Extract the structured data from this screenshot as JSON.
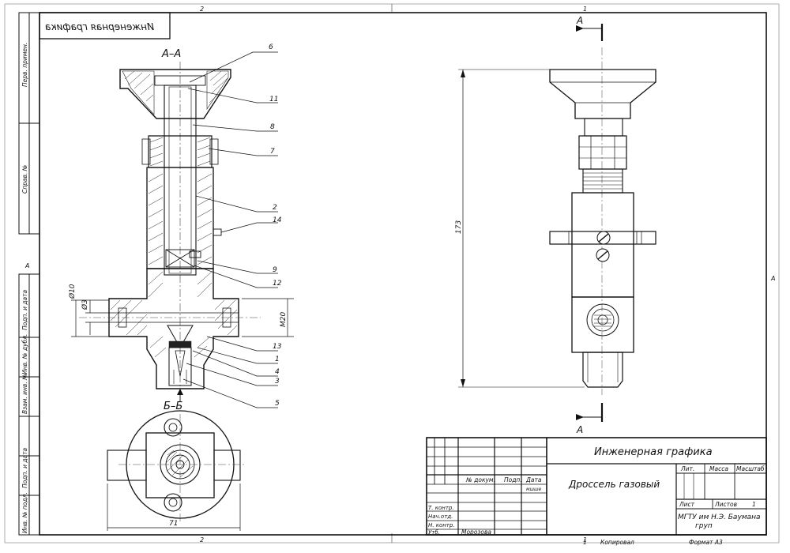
{
  "frame": {
    "zone_top_left": "2",
    "zone_top_right": "1",
    "zone_bottom_left": "2",
    "zone_bottom_right": "1",
    "zone_left": "A",
    "zone_right": "A"
  },
  "side_fields": [
    "Перв. примен.",
    "Справ. №",
    "Подп. и дата",
    "Инв. № дубл.",
    "Взам. инв. №",
    "Подп. и дата",
    "Инв. № подл."
  ],
  "mirrored_label": "Инженерная графика",
  "views": {
    "section_aa": "А–А",
    "section_bb": "Б–Б",
    "section_arrow_left": "А",
    "section_arrow_right": "А"
  },
  "callouts": [
    "6",
    "11",
    "8",
    "7",
    "2",
    "14",
    "9",
    "12",
    "13",
    "1",
    "4",
    "3",
    "5"
  ],
  "dimensions": {
    "d10": "Ø10",
    "d3": "Ø3",
    "m20": "M20",
    "w71": "71",
    "h173": "173"
  },
  "title_block": {
    "subject": "Инженерная графика",
    "drawing_title": "Дроссель газовый",
    "header_labels": [
      "№ докум.",
      "Подп.",
      "Дата"
    ],
    "date_note": "мшше",
    "row_labels": [
      "Т. контр.",
      "Нач.отд.",
      "Н. контр.",
      "Утб."
    ],
    "drafter": "Морозова",
    "lit_label": "Лит.",
    "mass_label": "Масса",
    "scale_label": "Масштаб",
    "sheet_label": "Лист",
    "sheets_label": "Листов",
    "sheets_count": "1",
    "organization": "МГТУ им Н.Э. Баумана груп",
    "copied_label": "Копировал",
    "copied_sheet": "1",
    "format_label": "Формат А3"
  }
}
